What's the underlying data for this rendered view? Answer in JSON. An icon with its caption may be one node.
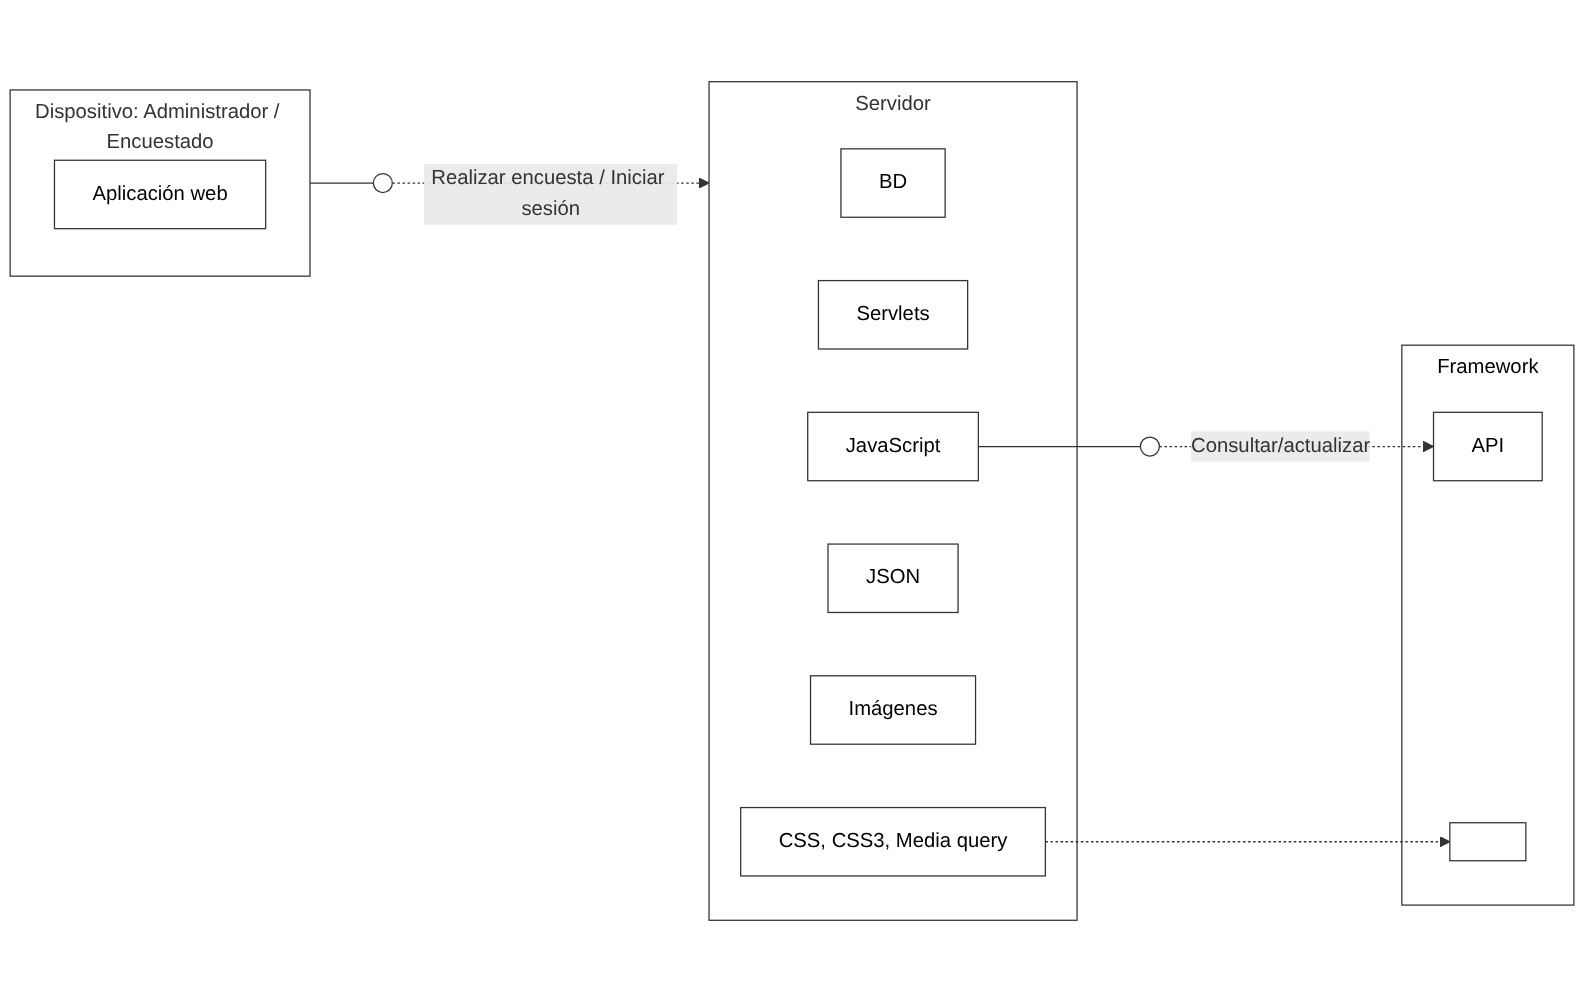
{
  "diagram": {
    "nodes": [
      {
        "text": [
          "Servidor"
        ]
      },
      {
        "text": [
          "BD"
        ],
        "in": 0
      },
      {
        "text": [
          "Servlets"
        ],
        "in": 0
      },
      {
        "text": [
          "JavaScript"
        ],
        "in": 0
      },
      {
        "text": [
          "JSON"
        ],
        "in": 0
      },
      {
        "text": [
          "Imágenes"
        ],
        "in": 0
      },
      {
        "text": [
          "CSS, CSS3, Media query"
        ],
        "in": 0
      },
      {
        "text": [
          "Framework"
        ]
      },
      {
        "text": [
          "API"
        ],
        "in": 7
      },
      {
        "text": [],
        "shape": "box",
        "in": 7
      },
      {
        "text": [
          "Dispositivo: Administrador / Encuestado"
        ]
      },
      {
        "text": [
          "Aplicación web"
        ],
        "in": 10
      },
      {
        "text": [],
        "shape": "circle"
      },
      {
        "text": [],
        "shape": "circle"
      }
    ],
    "edges": [
      {
        "from": 3,
        "to": 12,
        "arrow": "none"
      },
      {
        "from": 12,
        "to": 8,
        "arrow": "to",
        "style": "dashed",
        "label": "Consultar/actualizar"
      },
      {
        "from": 6,
        "to": 9,
        "arrow": "to",
        "style": "dashed"
      },
      {
        "from": 10,
        "to": 13,
        "arrow": "none"
      },
      {
        "from": 13,
        "to": 0,
        "arrow": "to",
        "style": "dashed",
        "label": "Realizar encuesta / Iniciar sesión"
      }
    ]
  }
}
